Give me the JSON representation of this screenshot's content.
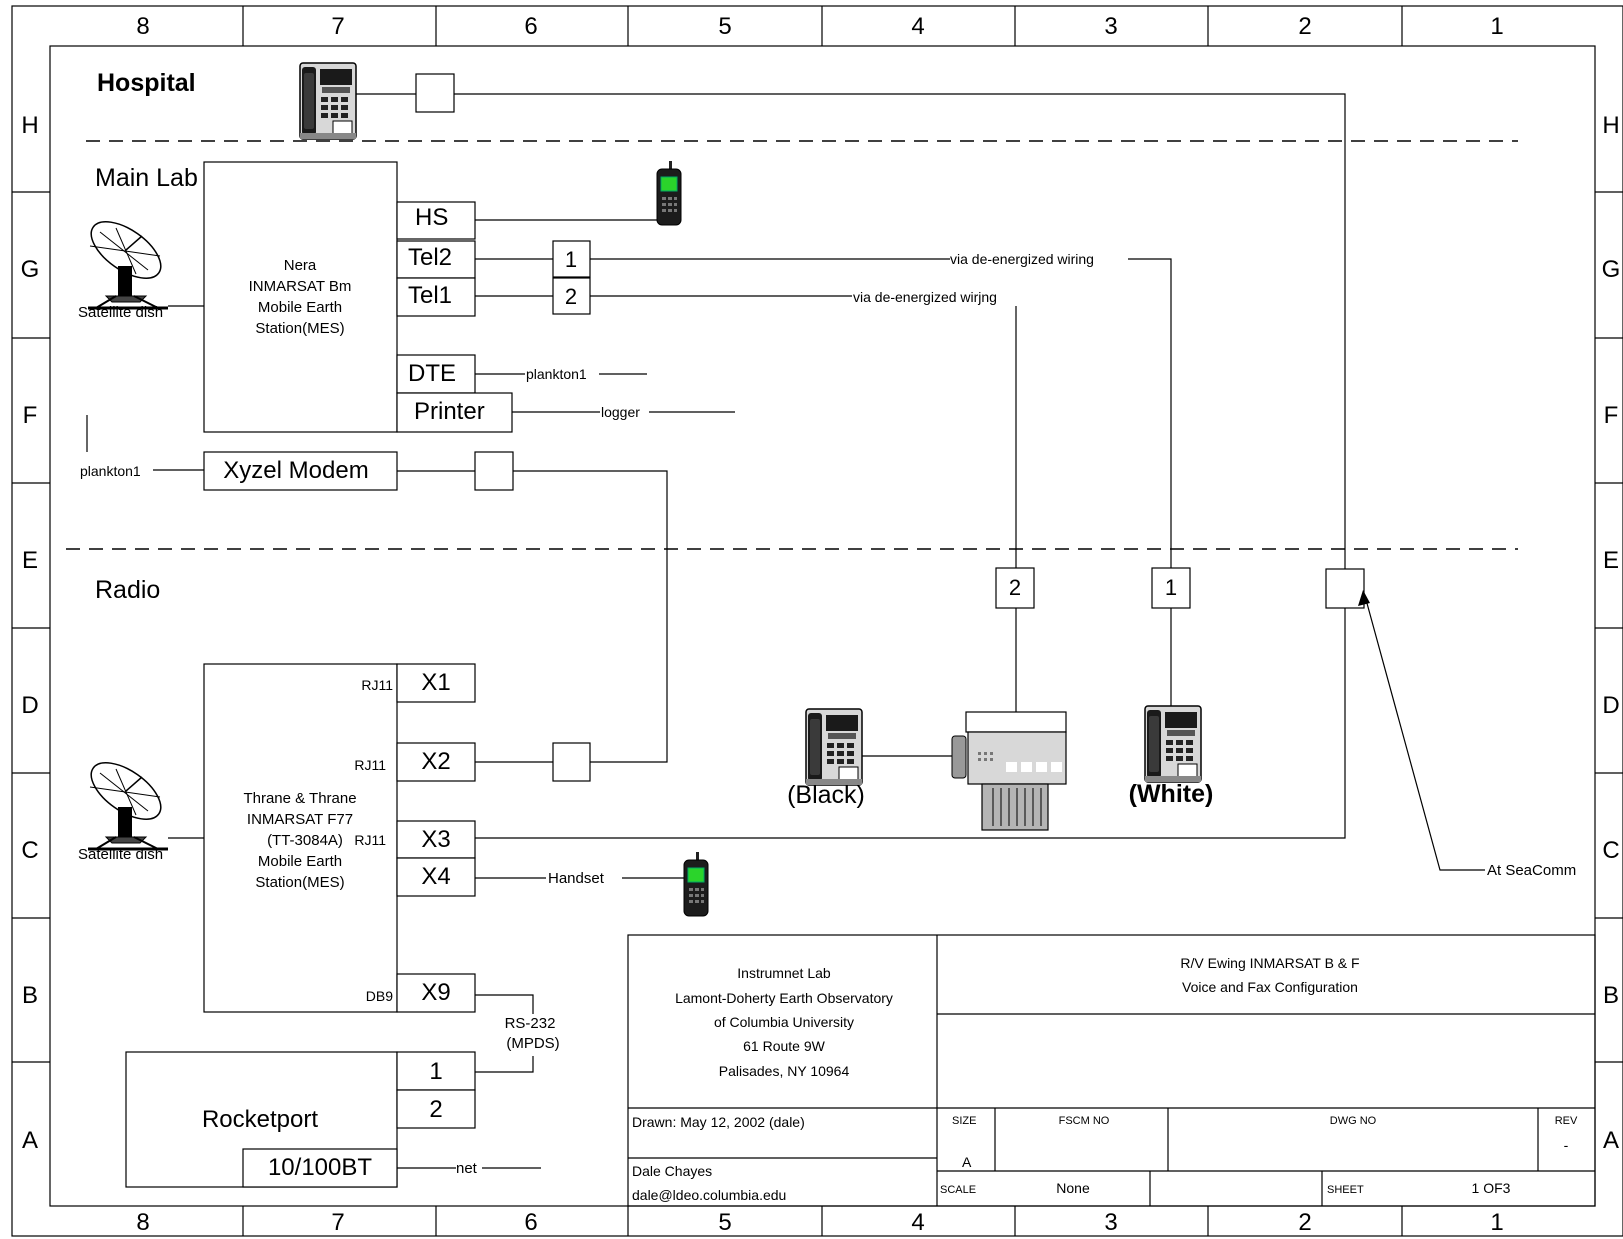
{
  "grid": {
    "columns": [
      "8",
      "7",
      "6",
      "5",
      "4",
      "3",
      "2",
      "1"
    ],
    "rows": [
      "H",
      "G",
      "F",
      "E",
      "D",
      "C",
      "B",
      "A"
    ]
  },
  "zones": {
    "hospital": "Hospital",
    "main_lab": "Main Lab",
    "radio": "Radio"
  },
  "nera": {
    "line1": "Nera",
    "line2": "INMARSAT Bm",
    "line3": "Mobile Earth",
    "line4": "Station(MES)",
    "ports": [
      "HS",
      "Tel2",
      "Tel1",
      "DTE",
      "Printer"
    ]
  },
  "thrane": {
    "line1": "Thrane & Thrane",
    "line2": "INMARSAT F77",
    "line3": "(TT-3084A)",
    "line4": "Mobile Earth",
    "line5": "Station(MES)",
    "ports": [
      "X1",
      "X2",
      "X3",
      "X4",
      "X9"
    ],
    "port_types": [
      "RJ11",
      "RJ11",
      "RJ11",
      "DB9"
    ]
  },
  "satellite_dish": "Satellite dish",
  "modem": "Xyzel Modem",
  "rocketport": {
    "title": "Rocketport",
    "ports": [
      "1",
      "2"
    ],
    "eth": "10/100BT"
  },
  "wires": {
    "plankton_dte": "plankton1",
    "plankton_modem": "plankton1",
    "logger": "logger",
    "via_1": "via de-energized wiring",
    "via_2": "via de-energized wirjng",
    "handset": "Handset",
    "rs232_1": "RS-232",
    "rs232_2": "(MPDS)",
    "net": "net",
    "seacomm": "At SeaComm"
  },
  "junctions": {
    "j1": "1",
    "j2": "2"
  },
  "phones": {
    "black": "(Black)",
    "white": "(White)"
  },
  "title_block": {
    "org_lines": [
      "Instrumnet Lab",
      "Lamont-Doherty Earth Observatory",
      "of Columbia University",
      "61 Route 9W",
      "Palisades, NY 10964"
    ],
    "title_1": "R/V Ewing INMARSAT B & F",
    "title_2": "Voice and Fax Configuration",
    "drawn": "Drawn: May 12, 2002 (dale)",
    "author": "Dale Chayes",
    "email": "dale@ldeo.columbia.edu",
    "size_label": "SIZE",
    "size_value": "A",
    "fscm_label": "FSCM NO",
    "dwg_label": "DWG NO",
    "rev_label": "REV",
    "rev_value": "-",
    "scale_label": "SCALE",
    "scale_value": "None",
    "sheet_label": "SHEET",
    "sheet_value": "1 OF3"
  }
}
